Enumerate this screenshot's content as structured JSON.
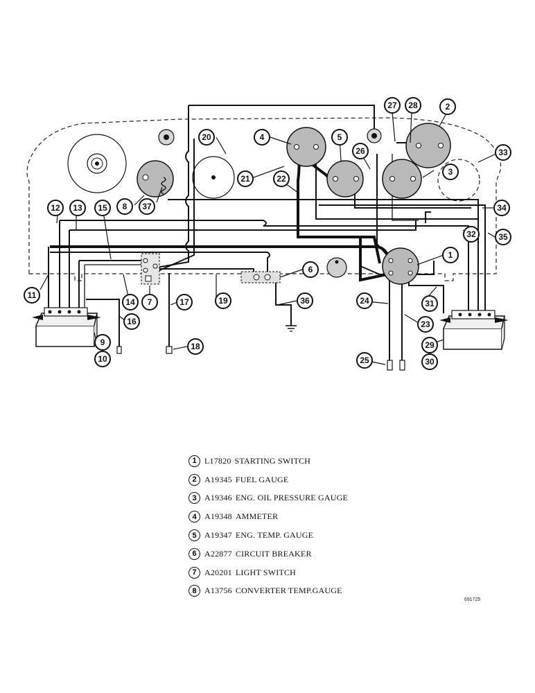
{
  "callouts": [
    "1",
    "2",
    "3",
    "4",
    "5",
    "6",
    "7",
    "8",
    "9",
    "10",
    "11",
    "12",
    "13",
    "14",
    "15",
    "16",
    "17",
    "18",
    "19",
    "20",
    "21",
    "22",
    "23",
    "24",
    "25",
    "26",
    "27",
    "28",
    "29",
    "30",
    "31",
    "32",
    "33",
    "34",
    "35",
    "36",
    "37"
  ],
  "legend": [
    {
      "num": "1",
      "part": "L17820",
      "desc": "STARTING SWITCH"
    },
    {
      "num": "2",
      "part": "A19345",
      "desc": "FUEL GAUGE"
    },
    {
      "num": "3",
      "part": "A19346",
      "desc": "ENG. OIL PRESSURE GAUGE"
    },
    {
      "num": "4",
      "part": "A19348",
      "desc": "AMMETER"
    },
    {
      "num": "5",
      "part": "A19347",
      "desc": "ENG. TEMP. GAUGE"
    },
    {
      "num": "6",
      "part": "A22877",
      "desc": "CIRCUIT BREAKER"
    },
    {
      "num": "7",
      "part": "A20201",
      "desc": "LIGHT SWITCH"
    },
    {
      "num": "8",
      "part": "A13756",
      "desc": "CONVERTER TEMP.GAUGE"
    }
  ],
  "drawing_code": "691725"
}
